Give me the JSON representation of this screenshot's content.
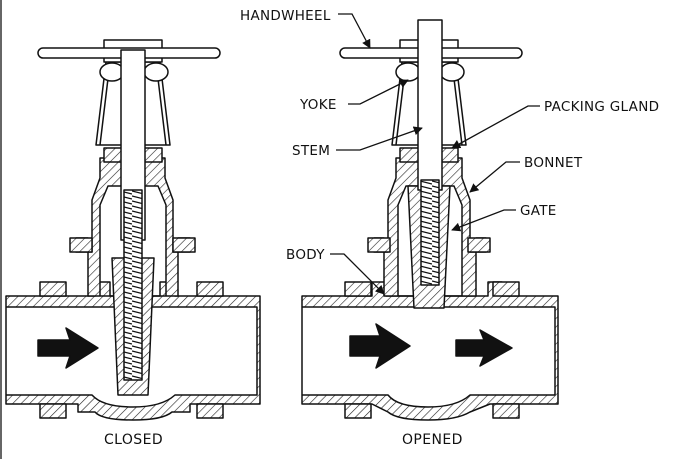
{
  "labels": {
    "handwheel": "HANDWHEEL",
    "yoke": "YOKE",
    "packing_gland": "PACKING GLAND",
    "stem": "STEM",
    "bonnet": "BONNET",
    "gate": "GATE",
    "body": "BODY"
  },
  "captions": {
    "closed": "CLOSED",
    "opened": "OPENED"
  },
  "colors": {
    "line": "#111111",
    "background": "#ffffff"
  }
}
